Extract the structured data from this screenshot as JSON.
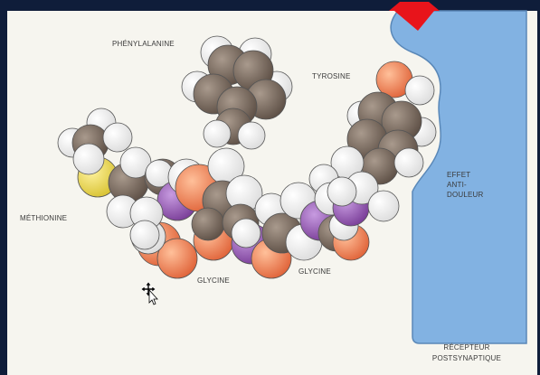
{
  "labels": {
    "phenylalanine": "PHÉNYLALANINE",
    "tyrosine": "TYROSINE",
    "methionine": "MÉTHIONINE",
    "glycine_1": "GLYCINE",
    "glycine_2": "GLYCINE",
    "effet_line1": "EFFET",
    "effet_line2": "ANTI-",
    "effet_line3": "DOULEUR",
    "recepteur_line1": "RÉCEPTEUR",
    "recepteur_line2": "POSTSYNAPTIQUE"
  },
  "colors": {
    "background": "#0f1d3a",
    "paper": "#f6f5ef",
    "receptor": "#7fb0e0",
    "carbon": "#7a6a5e",
    "hydrogen": "#ffffff",
    "oxygen": "#f08a55",
    "nitrogen": "#9b5db5",
    "sulfur": "#e8d85a",
    "arrow": "#e8141b"
  }
}
